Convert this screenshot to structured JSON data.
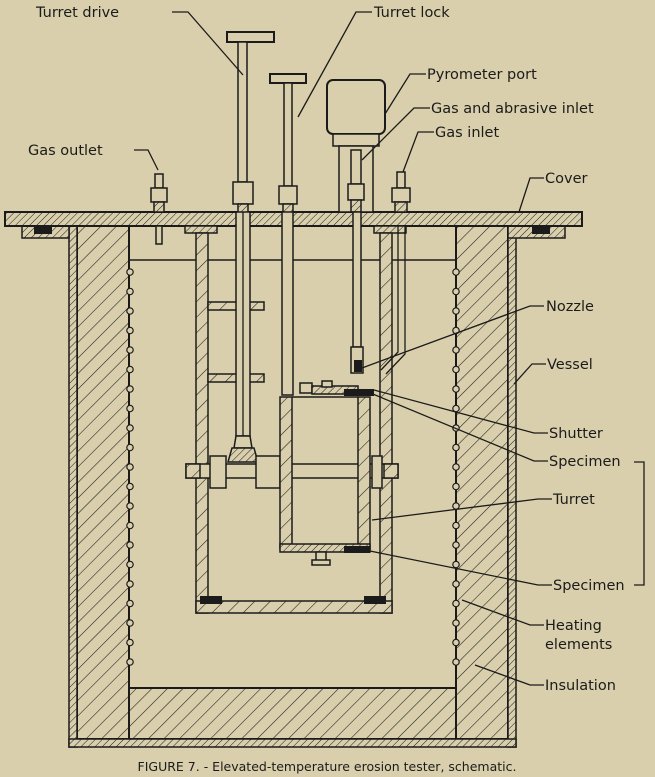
{
  "labels": {
    "turret_drive": "Turret drive",
    "turret_lock": "Turret lock",
    "pyrometer_port": "Pyrometer port",
    "gas_abrasive_inlet": "Gas and abrasive inlet",
    "gas_inlet": "Gas inlet",
    "gas_outlet": "Gas outlet",
    "cover": "Cover",
    "nozzle": "Nozzle",
    "vessel": "Vessel",
    "shutter": "Shutter",
    "specimen_top": "Specimen",
    "turret": "Turret",
    "specimen_bottom": "Specimen",
    "heating_elements_1": "Heating",
    "heating_elements_2": "elements",
    "insulation": "Insulation"
  },
  "caption": "FIGURE 7. - Elevated-temperature erosion tester, schematic.",
  "colors": {
    "background": "#d9cfac",
    "ink": "#1b1b1b"
  }
}
